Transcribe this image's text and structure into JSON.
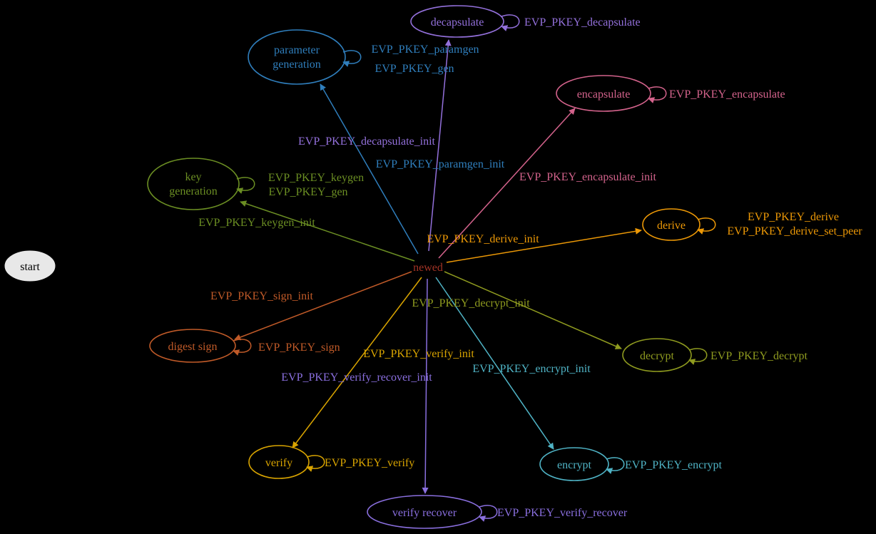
{
  "diagram": {
    "background": "#000000",
    "nodes": {
      "start": {
        "label": "start",
        "text_color": "#000000",
        "fill": "#e8e8e8"
      },
      "newed": {
        "label": "newed",
        "color": "#a23325"
      },
      "param_generation": {
        "line1": "parameter",
        "line2": "generation",
        "color": "#2f7ebc"
      },
      "decapsulate": {
        "label": "decapsulate",
        "color": "#9370db"
      },
      "encapsulate": {
        "label": "encapsulate",
        "color": "#d4638c"
      },
      "key_generation": {
        "line1": "key",
        "line2": "generation",
        "color": "#6b8e23"
      },
      "derive": {
        "label": "derive",
        "color": "#ec9806"
      },
      "digest_sign": {
        "label": "digest sign",
        "color": "#c05a28"
      },
      "decrypt": {
        "label": "decrypt",
        "color": "#8f9b1f"
      },
      "verify": {
        "label": "verify",
        "color": "#d9a400"
      },
      "encrypt": {
        "label": "encrypt",
        "color": "#4fb3c5"
      },
      "verify_recover": {
        "label": "verify recover",
        "color": "#8a6fdf"
      }
    },
    "transitions": {
      "decapsulate_init": "EVP_PKEY_decapsulate_init",
      "paramgen_init": "EVP_PKEY_paramgen_init",
      "encapsulate_init": "EVP_PKEY_encapsulate_init",
      "keygen_init": "EVP_PKEY_keygen_init",
      "derive_init": "EVP_PKEY_derive_init",
      "sign_init": "EVP_PKEY_sign_init",
      "decrypt_init": "EVP_PKEY_decrypt_init",
      "verify_init": "EVP_PKEY_verify_init",
      "encrypt_init": "EVP_PKEY_encrypt_init",
      "verify_recover_init": "EVP_PKEY_verify_recover_init"
    },
    "self_loops": {
      "decapsulate": "EVP_PKEY_decapsulate",
      "paramgen1": "EVP_PKEY_paramgen",
      "paramgen2": "EVP_PKEY_gen",
      "encapsulate": "EVP_PKEY_encapsulate",
      "keygen1": "EVP_PKEY_keygen",
      "keygen2": "EVP_PKEY_gen",
      "derive1": "EVP_PKEY_derive",
      "derive2": "EVP_PKEY_derive_set_peer",
      "sign": "EVP_PKEY_sign",
      "decrypt": "EVP_PKEY_decrypt",
      "verify": "EVP_PKEY_verify",
      "encrypt": "EVP_PKEY_encrypt",
      "verify_recover": "EVP_PKEY_verify_recover"
    }
  }
}
